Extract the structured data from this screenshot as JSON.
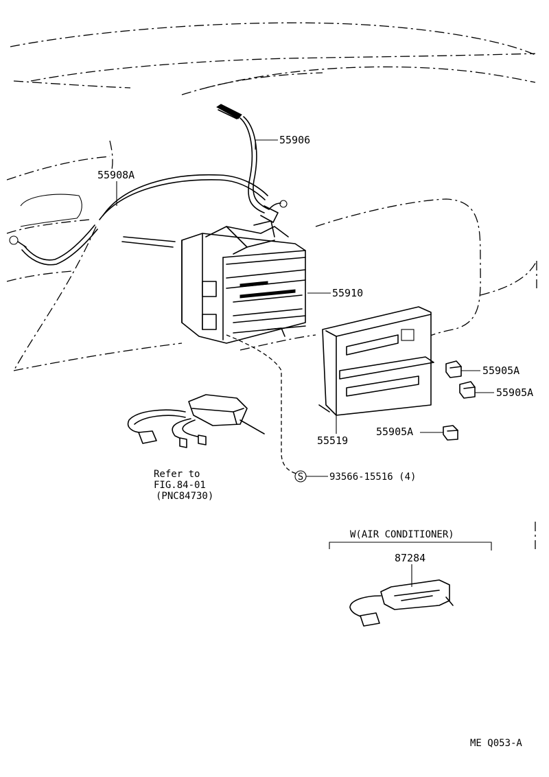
{
  "parts": {
    "p1": "55906",
    "p2": "55908A",
    "p3": "55910",
    "p4": "55905A",
    "p5": "55905A",
    "p6": "55905A",
    "p7": "55519",
    "p8": "93566-15516 (4)",
    "p9": "87284"
  },
  "screw_symbol": "S",
  "reference": {
    "line1": "Refer to",
    "line2": "FIG.84-01",
    "line3": "(PNC84730)"
  },
  "option": {
    "label": "W(AIR CONDITIONER)"
  },
  "footer": {
    "code": "ME  Q053-A"
  }
}
